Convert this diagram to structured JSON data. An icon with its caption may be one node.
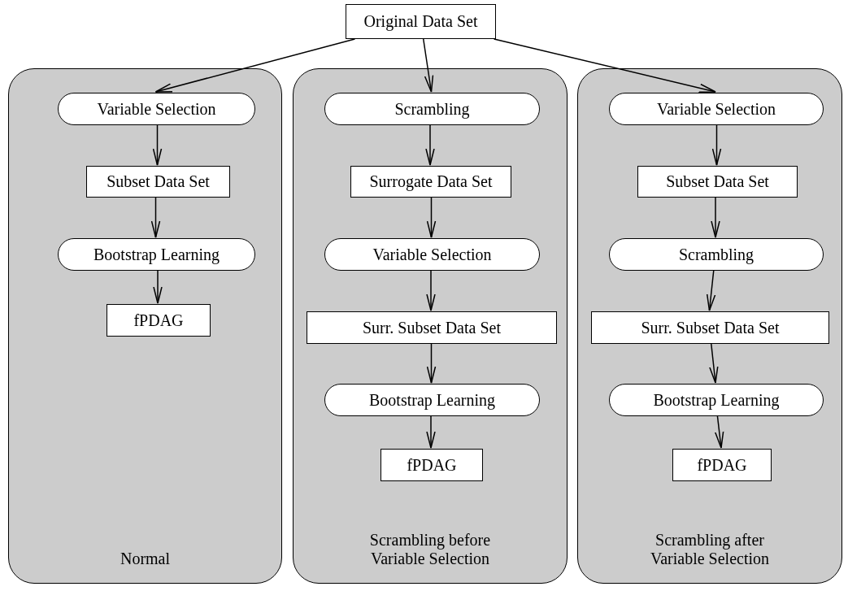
{
  "diagram": {
    "nodes": [
      {
        "text": [
          "Original Data Set"
        ]
      },
      {
        "text": [
          "Normal"
        ]
      },
      {
        "text": [
          "Variable Selection"
        ],
        "in": 1
      },
      {
        "text": [
          "Subset Data Set"
        ],
        "in": 1
      },
      {
        "text": [
          "Bootstrap Learning"
        ],
        "in": 1
      },
      {
        "text": [
          "fPDAG"
        ],
        "in": 1
      },
      {
        "text": [
          "Scrambling before Variable Selection"
        ]
      },
      {
        "text": [
          "Scrambling"
        ],
        "in": 6
      },
      {
        "text": [
          "Surrogate Data Set"
        ],
        "in": 6
      },
      {
        "text": [
          "Variable Selection"
        ],
        "in": 6
      },
      {
        "text": [
          "Surr. Subset Data Set"
        ],
        "in": 6
      },
      {
        "text": [
          "Bootstrap Learning"
        ],
        "in": 6
      },
      {
        "text": [
          "fPDAG"
        ],
        "in": 6
      },
      {
        "text": [
          "Scrambling after Variable Selection"
        ]
      },
      {
        "text": [
          "Variable Selection"
        ],
        "in": 13
      },
      {
        "text": [
          "Subset Data Set"
        ],
        "in": 13
      },
      {
        "text": [
          "Scrambling"
        ],
        "in": 13
      },
      {
        "text": [
          "Surr. Subset Data Set"
        ],
        "in": 13
      },
      {
        "text": [
          "Bootstrap Learning"
        ],
        "in": 13
      },
      {
        "text": [
          "fPDAG"
        ],
        "in": 13
      }
    ],
    "edges": [
      {
        "from": 0,
        "to": 2,
        "arrow": "to"
      },
      {
        "from": 0,
        "to": 7,
        "arrow": "to"
      },
      {
        "from": 0,
        "to": 14,
        "arrow": "to"
      },
      {
        "from": 2,
        "to": 3,
        "arrow": "to"
      },
      {
        "from": 3,
        "to": 4,
        "arrow": "to"
      },
      {
        "from": 4,
        "to": 5,
        "arrow": "to"
      },
      {
        "from": 7,
        "to": 8,
        "arrow": "to"
      },
      {
        "from": 8,
        "to": 9,
        "arrow": "to"
      },
      {
        "from": 9,
        "to": 10,
        "arrow": "to"
      },
      {
        "from": 10,
        "to": 11,
        "arrow": "to"
      },
      {
        "from": 11,
        "to": 12,
        "arrow": "to"
      },
      {
        "from": 14,
        "to": 15,
        "arrow": "to"
      },
      {
        "from": 15,
        "to": 16,
        "arrow": "to"
      },
      {
        "from": 16,
        "to": 17,
        "arrow": "to"
      },
      {
        "from": 17,
        "to": 18,
        "arrow": "to"
      },
      {
        "from": 18,
        "to": 19,
        "arrow": "to"
      }
    ]
  }
}
